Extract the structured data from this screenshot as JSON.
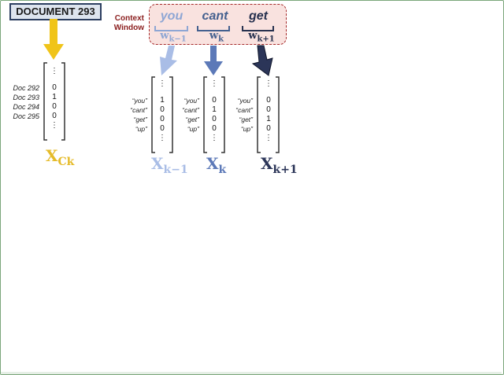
{
  "document_box": {
    "label": "DOCUMENT 293"
  },
  "context": {
    "label_line1": "Context",
    "label_line2": "Window",
    "words": [
      {
        "text": "you",
        "symbol": "w",
        "subscript": "k−1",
        "color": "#8ea6d4"
      },
      {
        "text": "cant",
        "symbol": "w",
        "subscript": "k",
        "color": "#44608f"
      },
      {
        "text": "get",
        "symbol": "w",
        "subscript": "k+1",
        "color": "#27314f"
      }
    ]
  },
  "doc_vector": {
    "row_labels": [
      "Doc 292",
      "Doc 293",
      "Doc 294",
      "Doc 295"
    ],
    "values": [
      "0",
      "1",
      "0",
      "0"
    ],
    "ellipsis": "⋮",
    "label_symbol": "X",
    "label_subscript": "Ck",
    "color": "#f0c419",
    "text_color": "#e5bb2a"
  },
  "word_vectors": [
    {
      "row_labels": [
        "“you”",
        "“cant”",
        "“get”",
        "“up”"
      ],
      "values": [
        "1",
        "0",
        "0",
        "0"
      ],
      "ellipsis": "⋮",
      "label_symbol": "X",
      "label_subscript": "k−1",
      "color": "#a9bde6"
    },
    {
      "row_labels": [
        "“you”",
        "“cant”",
        "“get”",
        "“up”"
      ],
      "values": [
        "0",
        "1",
        "0",
        "0"
      ],
      "ellipsis": "⋮",
      "label_symbol": "X",
      "label_subscript": "k",
      "color": "#5c79b8"
    },
    {
      "row_labels": [
        "“you”",
        "“cant”",
        "“get”",
        "“up”"
      ],
      "values": [
        "0",
        "0",
        "1",
        "0"
      ],
      "ellipsis": "⋮",
      "label_symbol": "X",
      "label_subscript": "k+1",
      "color": "#2b3558"
    }
  ]
}
